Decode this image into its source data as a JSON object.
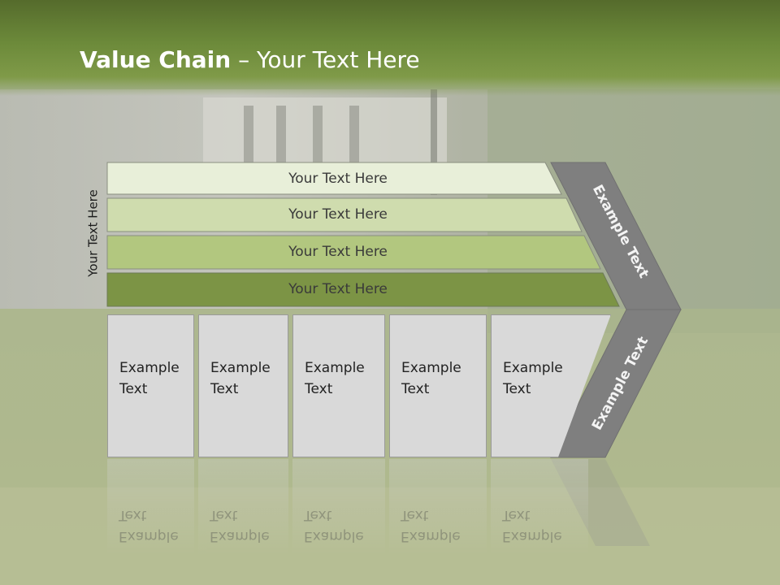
{
  "title": {
    "bold": "Value Chain",
    "rest": " – Your Text Here"
  },
  "side_label": "Your Text Here",
  "bands": [
    {
      "label": "Your Text Here",
      "color": "#e8efd9"
    },
    {
      "label": "Your Text Here",
      "color": "#cfdcae"
    },
    {
      "label": "Your Text Here",
      "color": "#b2c77f"
    },
    {
      "label": "Your Text Here",
      "color": "#7c9445"
    }
  ],
  "columns": [
    {
      "label": "Example Text"
    },
    {
      "label": "Example Text"
    },
    {
      "label": "Example Text"
    },
    {
      "label": "Example Text"
    },
    {
      "label": "Example Text"
    }
  ],
  "chevron": {
    "top_label": "Example Text",
    "bottom_label": "Example Text",
    "color": "#7f7f7f"
  }
}
